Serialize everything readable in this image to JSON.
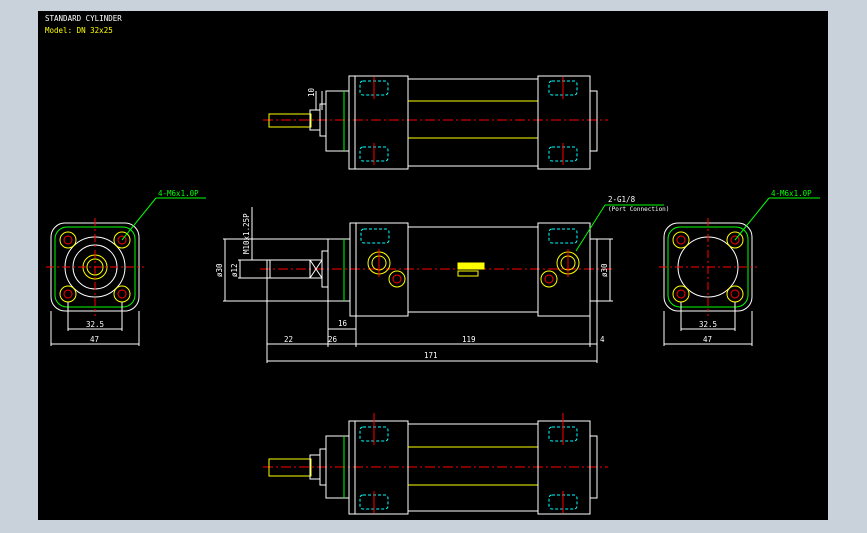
{
  "header": {
    "title": "STANDARD CYLINDER",
    "model": "Model: DN 32x25"
  },
  "dims": {
    "thread_left": "4-M6x1.0P",
    "thread_right": "4-M6x1.0P",
    "port": "2-G1/8",
    "port_note": "(Port Connection)",
    "rod_thread": "M10x1.25P",
    "front_dia": "ø30",
    "rod_dia": "ø12",
    "rear_dia": "ø30",
    "top_ten": "10",
    "pitch_left": "32.5",
    "width_left": "47",
    "pitch_right": "32.5",
    "width_right": "47",
    "d22": "22",
    "d26": "26",
    "d16": "16",
    "d119": "119",
    "d4": "4",
    "d171": "171"
  },
  "colors": {
    "white": "#ffffff",
    "yellow": "#ffff00",
    "green": "#00ff00",
    "red": "#ff0000",
    "cyan": "#00ffff"
  }
}
